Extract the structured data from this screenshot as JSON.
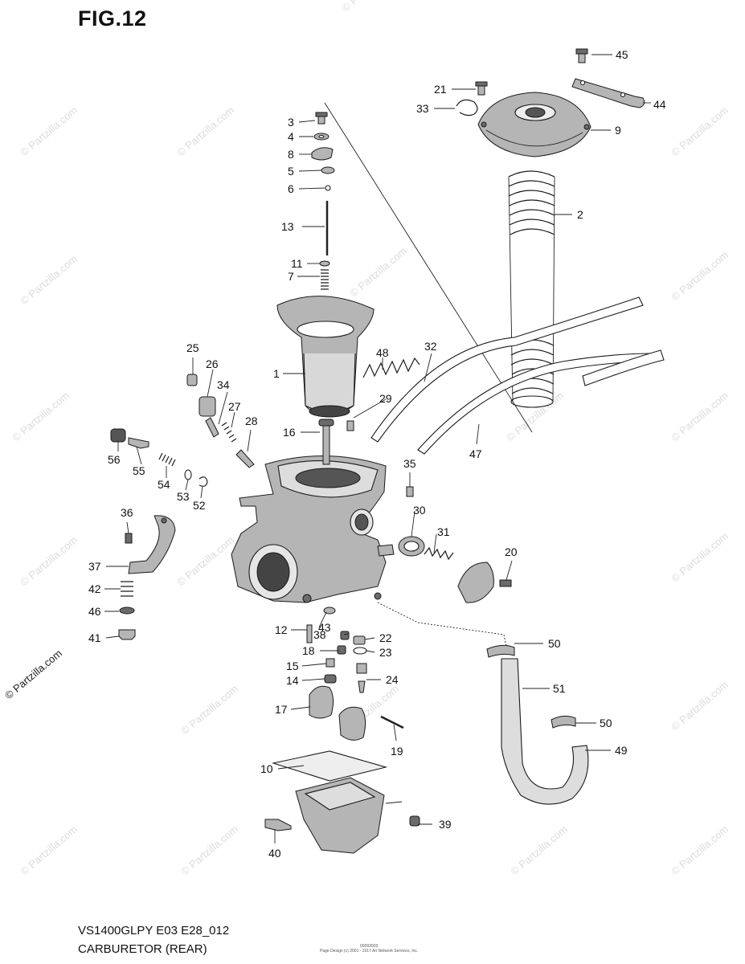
{
  "figure": {
    "title": "FIG.12",
    "model_code": "VS1400GLPY E03 E28_012",
    "section": "CARBURETOR (REAR)",
    "watermark": "© Partzilla.com",
    "credit_lines": [
      "00093003",
      "Page Design (c) 2001 - 2017 Ari Network Services, Inc."
    ]
  },
  "callouts": [
    {
      "id": "c1",
      "label": "1"
    },
    {
      "id": "c2",
      "label": "2"
    },
    {
      "id": "c3",
      "label": "3"
    },
    {
      "id": "c4",
      "label": "4"
    },
    {
      "id": "c5",
      "label": "5"
    },
    {
      "id": "c6",
      "label": "6"
    },
    {
      "id": "c7",
      "label": "7"
    },
    {
      "id": "c8",
      "label": "8"
    },
    {
      "id": "c9",
      "label": "9"
    },
    {
      "id": "c10",
      "label": "10"
    },
    {
      "id": "c11",
      "label": "11"
    },
    {
      "id": "c12",
      "label": "12"
    },
    {
      "id": "c13",
      "label": "13"
    },
    {
      "id": "c14",
      "label": "14"
    },
    {
      "id": "c15",
      "label": "15"
    },
    {
      "id": "c16",
      "label": "16"
    },
    {
      "id": "c17",
      "label": "17"
    },
    {
      "id": "c18",
      "label": "18"
    },
    {
      "id": "c19",
      "label": "19"
    },
    {
      "id": "c20",
      "label": "20"
    },
    {
      "id": "c21",
      "label": "21"
    },
    {
      "id": "c22",
      "label": "22"
    },
    {
      "id": "c23",
      "label": "23"
    },
    {
      "id": "c24",
      "label": "24"
    },
    {
      "id": "c25",
      "label": "25"
    },
    {
      "id": "c26",
      "label": "26"
    },
    {
      "id": "c27",
      "label": "27"
    },
    {
      "id": "c28",
      "label": "28"
    },
    {
      "id": "c29",
      "label": "29"
    },
    {
      "id": "c30",
      "label": "30"
    },
    {
      "id": "c31",
      "label": "31"
    },
    {
      "id": "c32",
      "label": "32"
    },
    {
      "id": "c33",
      "label": "33"
    },
    {
      "id": "c34",
      "label": "34"
    },
    {
      "id": "c35",
      "label": "35"
    },
    {
      "id": "c36",
      "label": "36"
    },
    {
      "id": "c37",
      "label": "37"
    },
    {
      "id": "c38",
      "label": "38"
    },
    {
      "id": "c39",
      "label": "39"
    },
    {
      "id": "c40",
      "label": "40"
    },
    {
      "id": "c41",
      "label": "41"
    },
    {
      "id": "c42",
      "label": "42"
    },
    {
      "id": "c43",
      "label": "43"
    },
    {
      "id": "c44",
      "label": "44"
    },
    {
      "id": "c45",
      "label": "45"
    },
    {
      "id": "c46",
      "label": "46"
    },
    {
      "id": "c47",
      "label": "47"
    },
    {
      "id": "c48",
      "label": "48"
    },
    {
      "id": "c49",
      "label": "49"
    },
    {
      "id": "c50a",
      "label": "50"
    },
    {
      "id": "c50b",
      "label": "50"
    },
    {
      "id": "c51",
      "label": "51"
    },
    {
      "id": "c52",
      "label": "52"
    },
    {
      "id": "c53",
      "label": "53"
    },
    {
      "id": "c54",
      "label": "54"
    },
    {
      "id": "c55",
      "label": "55"
    },
    {
      "id": "c56",
      "label": "56"
    }
  ]
}
